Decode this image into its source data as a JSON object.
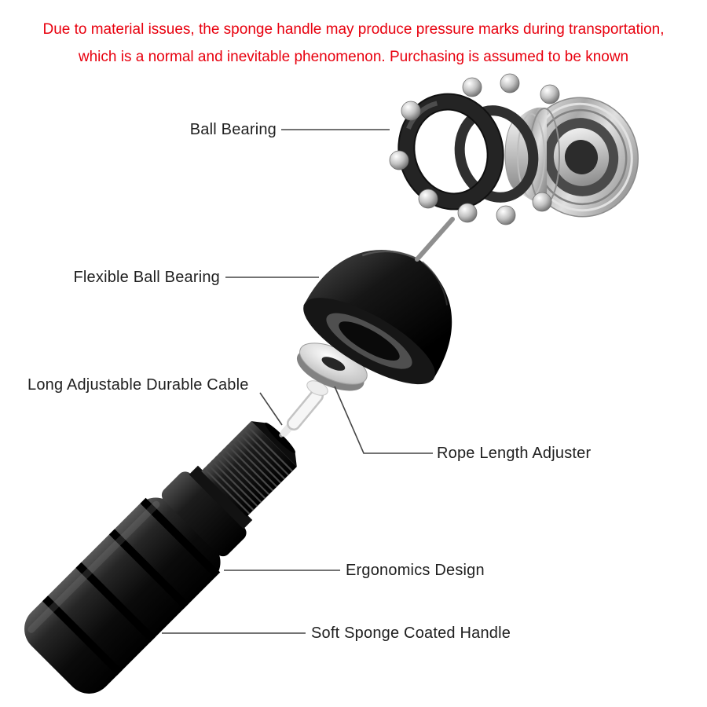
{
  "disclaimer": {
    "line1": "Due to material issues, the sponge handle may produce pressure marks during transportation,",
    "line2": "which is a normal and inevitable phenomenon. Purchasing is assumed to be known"
  },
  "labels": {
    "ball_bearing": "Ball Bearing",
    "flexible_ball_bearing": "Flexible Ball Bearing",
    "long_cable": "Long Adjustable Durable Cable",
    "rope_length_adjuster": "Rope Length Adjuster",
    "ergonomics_design": "Ergonomics Design",
    "soft_sponge_handle": "Soft Sponge Coated Handle"
  },
  "parts": {
    "ball_bearing_assembly": "exploded steel ball bearing with seal ring, cage, cone and outer race",
    "flexible_ball_bearing_cap": "black dome swivel cap",
    "rope_length_adjuster_washer": "metal washer adjuster",
    "adjustable_cable": "white cable segment with tip pin",
    "handle": "black handle with sponge grip and threaded neck"
  },
  "colors": {
    "background": "#ffffff",
    "disclaimer_text": "#e8000e",
    "label_text": "#1f1f1f",
    "leader_line": "#454545",
    "handle_black": "#0a0a0a",
    "metal_silver": "#c7c7c7",
    "cable_white": "#f6f6f6"
  }
}
